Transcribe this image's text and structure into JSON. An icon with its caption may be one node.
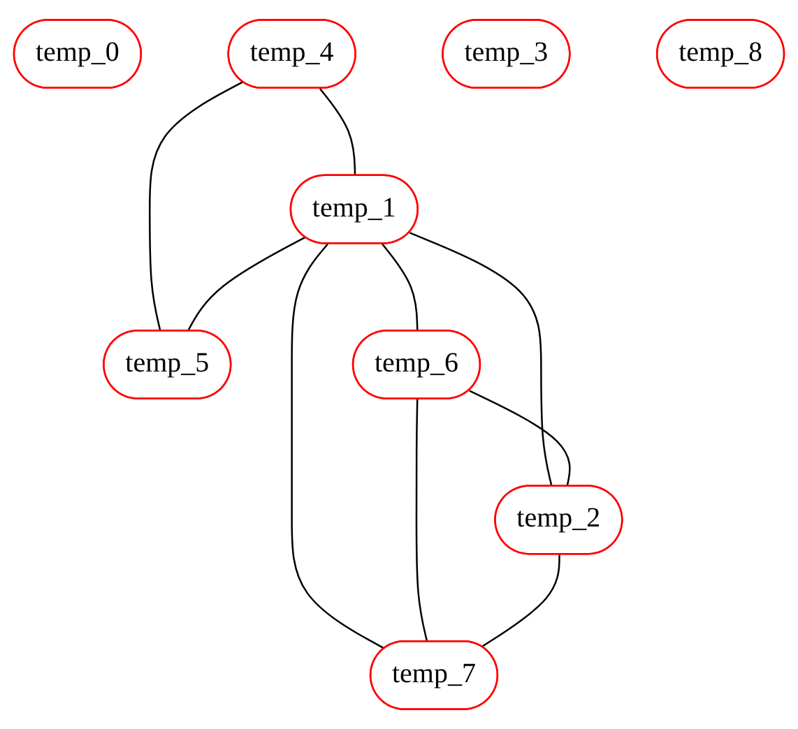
{
  "diagram": {
    "nodes": [
      {
        "text": [
          "temp_0"
        ]
      },
      {
        "text": [
          "temp_4"
        ]
      },
      {
        "text": [
          "temp_3"
        ]
      },
      {
        "text": [
          "temp_8"
        ]
      },
      {
        "text": [
          "temp_1"
        ]
      },
      {
        "text": [
          "temp_5"
        ]
      },
      {
        "text": [
          "temp_6"
        ]
      },
      {
        "text": [
          "temp_2"
        ]
      },
      {
        "text": [
          "temp_7"
        ]
      }
    ],
    "edges": [
      {
        "from": 1,
        "to": 4,
        "arrow": "none"
      },
      {
        "from": 1,
        "to": 5,
        "arrow": "none"
      },
      {
        "from": 4,
        "to": 5,
        "arrow": "none"
      },
      {
        "from": 4,
        "to": 6,
        "arrow": "none"
      },
      {
        "from": 4,
        "to": 7,
        "arrow": "none"
      },
      {
        "from": 4,
        "to": 8,
        "arrow": "none"
      },
      {
        "from": 6,
        "to": 7,
        "arrow": "none"
      },
      {
        "from": 6,
        "to": 8,
        "arrow": "none"
      },
      {
        "from": 7,
        "to": 8,
        "arrow": "none"
      }
    ]
  }
}
